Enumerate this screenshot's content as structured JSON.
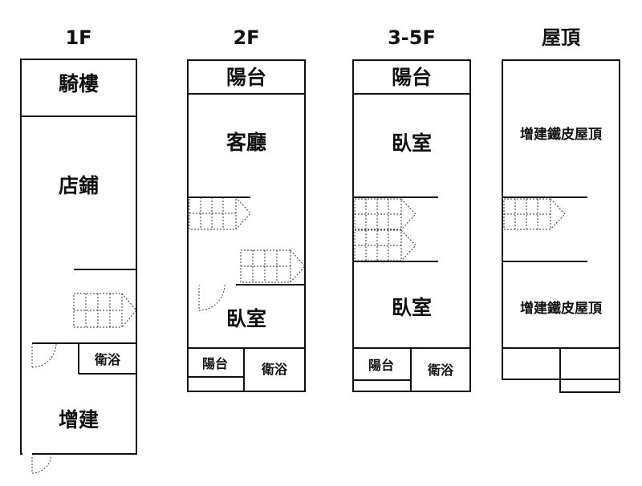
{
  "floors": [
    {
      "id": "1f",
      "title": "1F",
      "rooms": [
        "騎樓",
        "店鋪",
        "衛浴",
        "增建"
      ]
    },
    {
      "id": "2f",
      "title": "2F",
      "rooms": [
        "陽台",
        "客廳",
        "臥室",
        "陽台",
        "衛浴"
      ]
    },
    {
      "id": "3-5f",
      "title": "3-5F",
      "rooms": [
        "陽台",
        "臥室",
        "臥室",
        "陽台",
        "衛浴"
      ]
    },
    {
      "id": "roof",
      "title": "屋頂",
      "rooms": [
        "增建鐵皮屋頂",
        "增建鐵皮屋頂"
      ]
    }
  ]
}
